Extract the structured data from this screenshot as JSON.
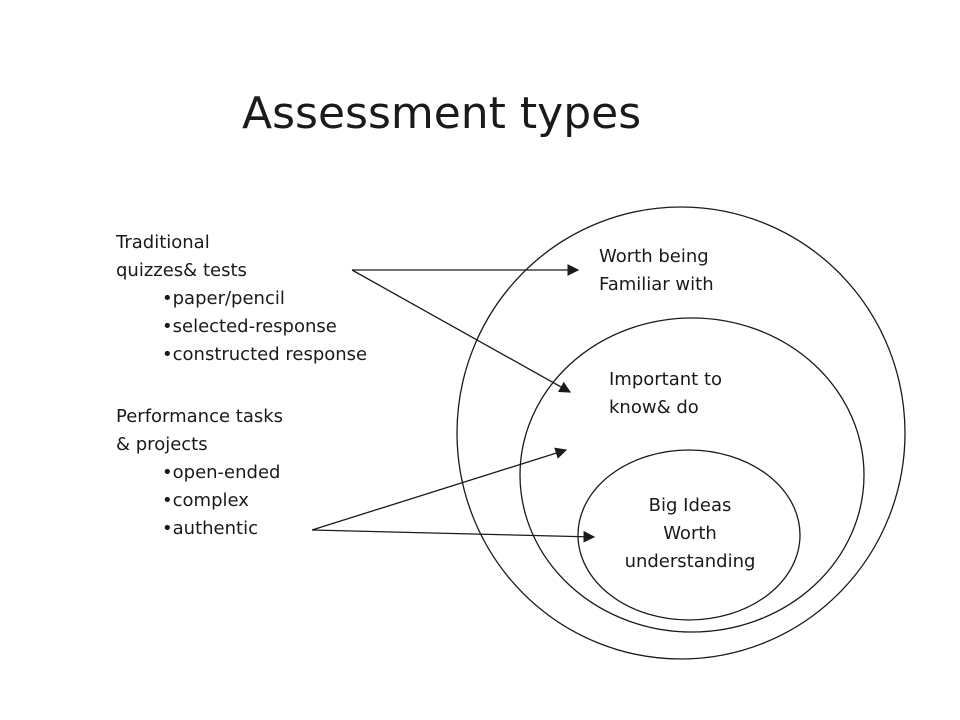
{
  "title": "Assessment types",
  "groups": {
    "traditional": {
      "heading_line1": "Traditional",
      "heading_line2": "quizzes& tests",
      "items": [
        "paper/pencil",
        "selected-response",
        "constructed response"
      ]
    },
    "performance": {
      "heading_line1": "Performance tasks",
      "heading_line2": "& projects",
      "items": [
        "open-ended",
        "complex",
        "authentic"
      ]
    }
  },
  "zones": {
    "outer": {
      "line1": "Worth being",
      "line2": "Familiar with"
    },
    "middle": {
      "line1": "Important to",
      "line2": "know& do"
    },
    "inner": {
      "line1": "Big Ideas",
      "line2": "Worth",
      "line3": "understanding"
    }
  },
  "colors": {
    "background": "#ffffff",
    "line": "#1a1a1a",
    "text": "#1a1a1a"
  }
}
